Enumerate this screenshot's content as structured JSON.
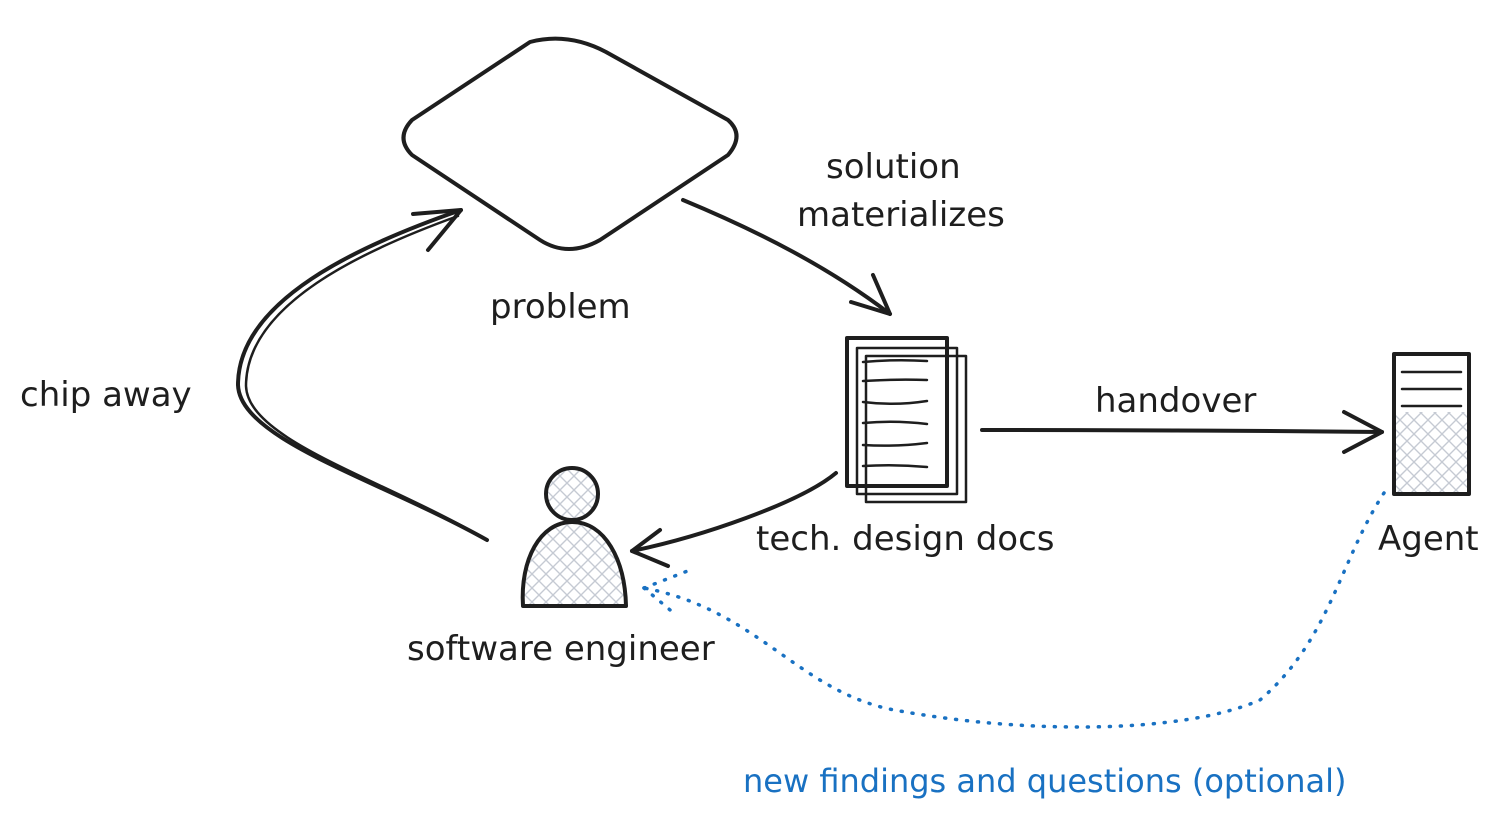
{
  "labels": {
    "problem": "problem",
    "solution_line1": "solution",
    "solution_line2": "materializes",
    "chip_away": "chip away",
    "handover": "handover",
    "tech_design_docs": "tech. design docs",
    "agent": "Agent",
    "software_engineer": "software engineer",
    "feedback": "new findings and questions (optional)"
  },
  "colors": {
    "ink": "#1e1e1e",
    "feedback": "#1971c2",
    "hatch": "#c5cad3"
  },
  "icons": {
    "engineer": "person-icon",
    "docs": "document-stack-icon",
    "agent": "server-icon"
  }
}
